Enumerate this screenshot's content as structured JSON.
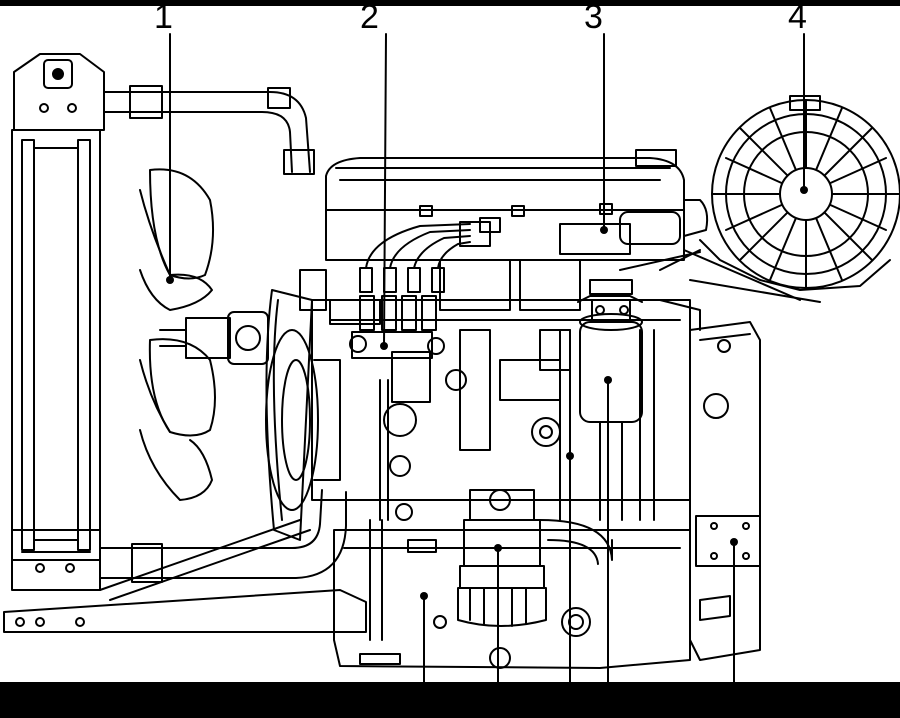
{
  "figure": {
    "callouts": [
      {
        "id": "1",
        "label": "1"
      },
      {
        "id": "2",
        "label": "2"
      },
      {
        "id": "3",
        "label": "3"
      },
      {
        "id": "4",
        "label": "4"
      }
    ],
    "colors": {
      "ink": "#000000",
      "paper": "#ffffff",
      "band": "#000000"
    }
  }
}
